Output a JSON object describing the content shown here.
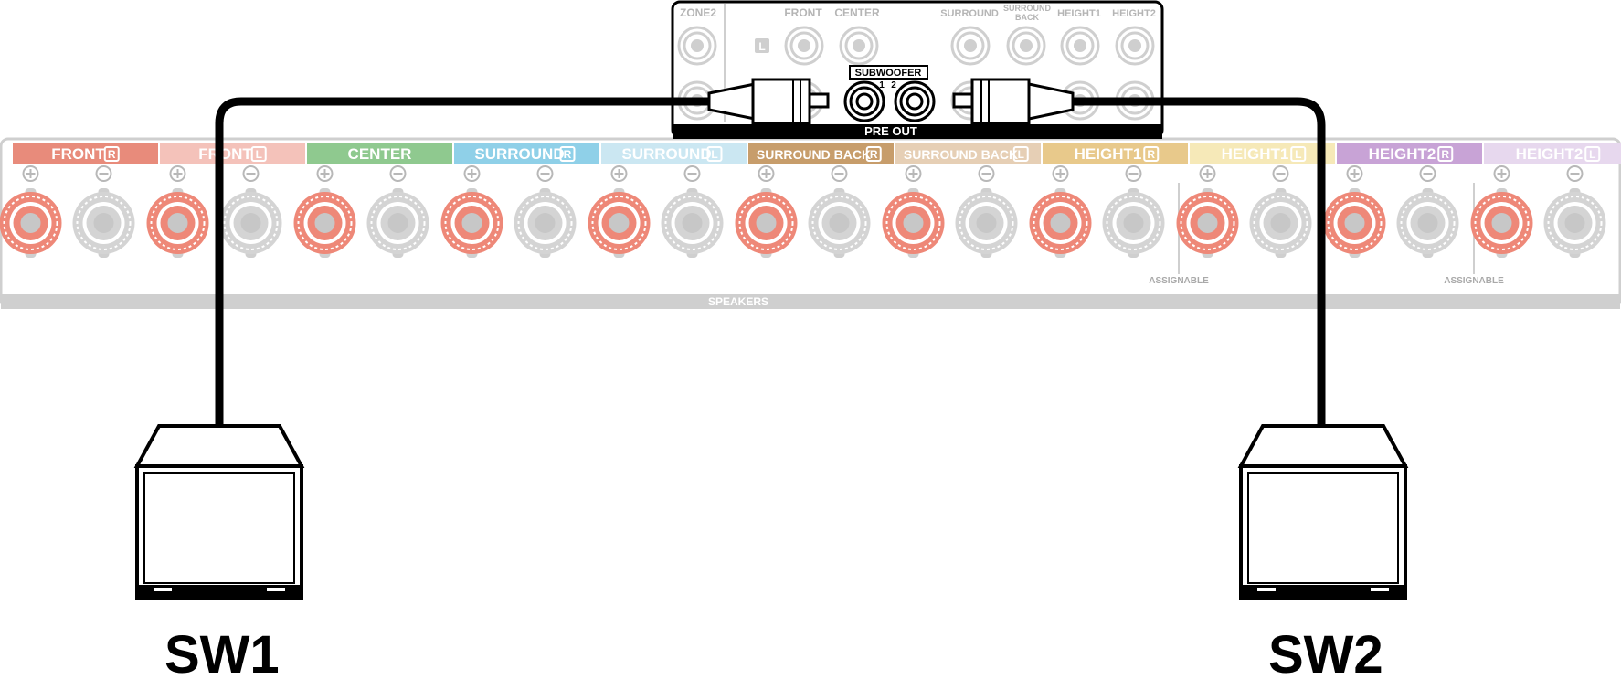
{
  "panel": {
    "top_labels": [
      "ZONE2",
      "FRONT",
      "CENTER",
      "SURROUND",
      "SURROUND BACK",
      "HEIGHT1",
      "HEIGHT2"
    ],
    "l_badge": "L",
    "subwoofer_label": "SUBWOOFER",
    "subwoofer_numbers": [
      "1",
      "2"
    ],
    "pre_out_label": "PRE OUT"
  },
  "speakers": {
    "terminal_labels": [
      {
        "text": "FRONT",
        "badge": "R",
        "color": "#e88b7b"
      },
      {
        "text": "FRONT",
        "badge": "L",
        "color": "#f4c2ba"
      },
      {
        "text": "CENTER",
        "badge": "",
        "color": "#8fc98f"
      },
      {
        "text": "SURROUND",
        "badge": "R",
        "color": "#8fd0e8"
      },
      {
        "text": "SURROUND",
        "badge": "L",
        "color": "#cbe7f2"
      },
      {
        "text": "SURROUND BACK",
        "badge": "R",
        "color": "#c79d6b"
      },
      {
        "text": "SURROUND BACK",
        "badge": "L",
        "color": "#e6cfb5"
      },
      {
        "text": "HEIGHT1",
        "badge": "R",
        "color": "#e8c98b"
      },
      {
        "text": "HEIGHT1",
        "badge": "L",
        "color": "#f6e9b8"
      },
      {
        "text": "HEIGHT2",
        "badge": "R",
        "color": "#c8a3d6"
      },
      {
        "text": "HEIGHT2",
        "badge": "L",
        "color": "#e7d8ee"
      }
    ],
    "assignable_label": "ASSIGNABLE",
    "speakers_label": "SPEAKERS"
  },
  "subwoofers": [
    "SW1",
    "SW2"
  ],
  "colors": {
    "cable": "#000000",
    "terminal_red": "#ee8878",
    "terminal_gray": "#c7c7c7",
    "panel_outline": "#cfcfcf"
  }
}
